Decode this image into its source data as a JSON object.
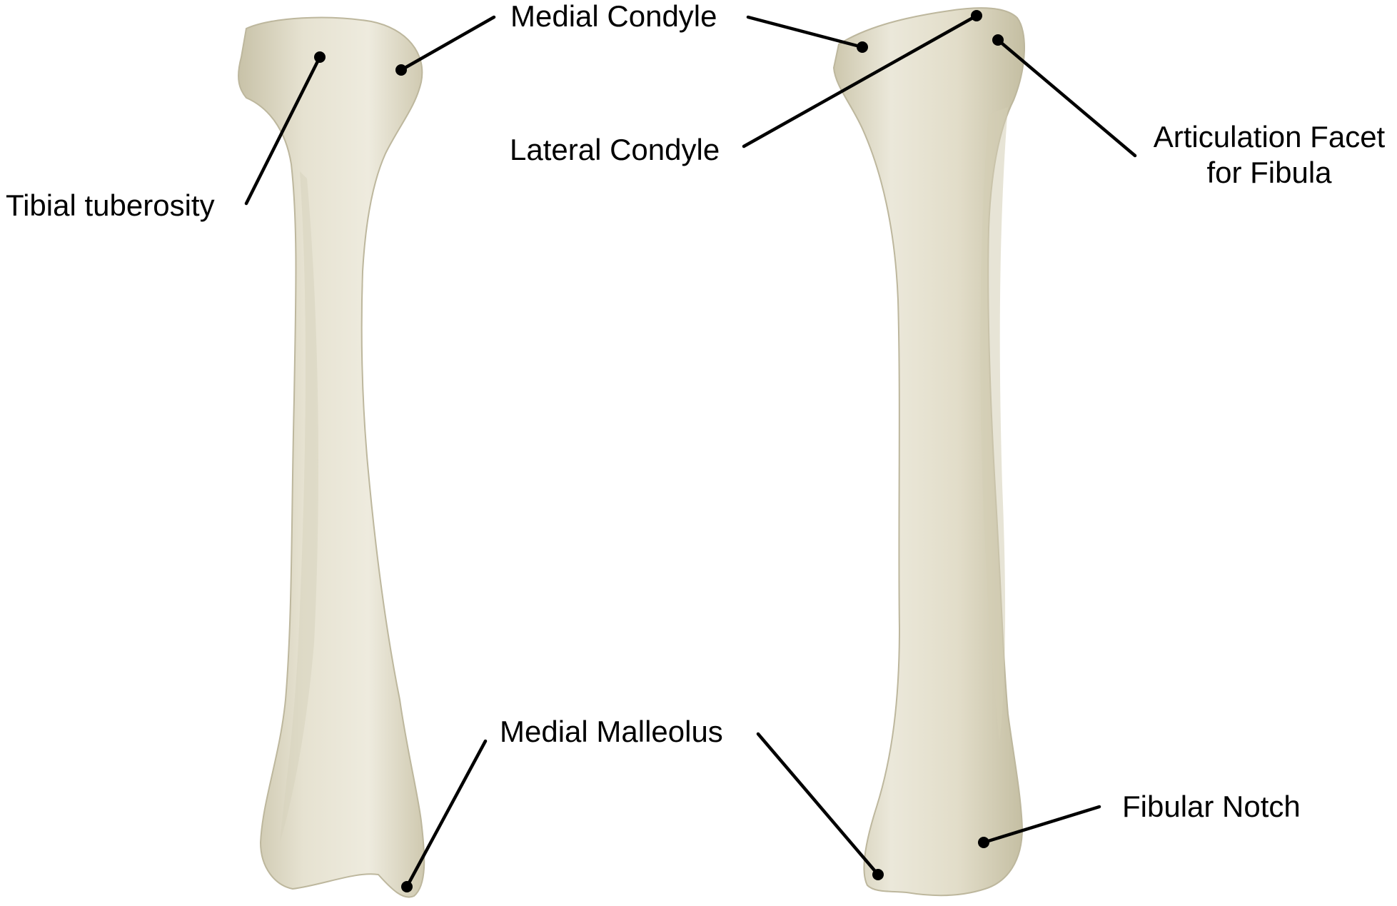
{
  "colors": {
    "background": "#ffffff",
    "bone_fill": "#e3dfcd",
    "bone_shadow": "#c9c3aa",
    "bone_highlight": "#f1eee2",
    "leader_line": "#000000",
    "label_text": "#000000"
  },
  "labels": {
    "tibial_tuberosity": "Tibial tuberosity",
    "medial_condyle": "Medial Condyle",
    "lateral_condyle": "Lateral Condyle",
    "articulation_facet_line1": "Articulation Facet",
    "articulation_facet_line2": "for Fibula",
    "medial_malleolus": "Medial Malleolus",
    "fibular_notch": "Fibular Notch"
  }
}
